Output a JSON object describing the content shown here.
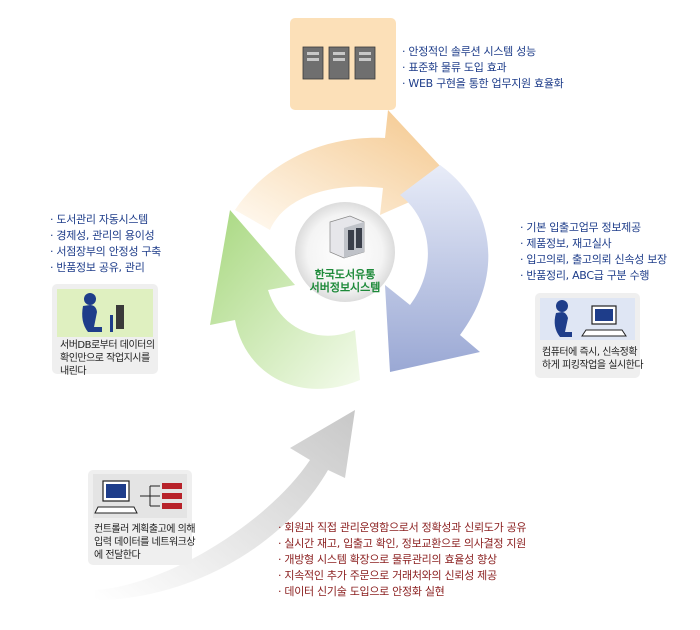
{
  "top_block": {
    "items": [
      "· 안정적인 솔루션 시스템 성능",
      "· 표준화 물류 도입 효과",
      "· WEB 구현을 통한 업무지원 효율화"
    ]
  },
  "left_block": {
    "items": [
      "· 도서관리 자동시스템",
      "· 경제성, 관리의 용이성",
      "· 서점장부의 안정성 구축",
      "· 반품정보 공유, 관리"
    ],
    "caption": [
      "서버DB로부터 데이터의",
      "확인만으로 작업지시를",
      "내린다"
    ]
  },
  "right_block": {
    "items": [
      "· 기본 입출고업무 정보제공",
      "· 제품정보, 재고실사",
      "· 입고의뢰, 출고의뢰 신속성 보장",
      "· 반품정리, ABC급 구분 수행"
    ],
    "caption": [
      "컴퓨터에 즉시, 신속정확",
      "하게 피킹작업을 실시한다"
    ]
  },
  "bottom_block": {
    "items": [
      "· 회원과 직접 관리운영함으로서 정확성과 신뢰도가 공유",
      "· 실시간 재고, 입출고 확인, 정보교환으로 의사결정 지원",
      "· 개방형 시스템 확장으로 물류관리의 효율성 향상",
      "· 지속적인 추가 주문으로 거래처와의 신뢰성 제공",
      "· 데이터 신기술 도입으로 안정화 실현"
    ],
    "caption": [
      "컨트롤러 계획출고에 의해",
      "입력 데이터를 네트워크상",
      "에 전달한다"
    ]
  },
  "center": {
    "label_line1": "한국도서유통",
    "label_line2": "서버정보시스템"
  },
  "colors": {
    "arrow_orange": "#f6cf9a",
    "arrow_blue": "#b9c4e4",
    "arrow_green": "#c2e3a2",
    "top_panel": "#fce0b8",
    "figure_blue": "#1e3d8a",
    "text_blue": "#1e3d8a",
    "text_red": "#8a1e1e",
    "text_green": "#1e8a3a"
  }
}
